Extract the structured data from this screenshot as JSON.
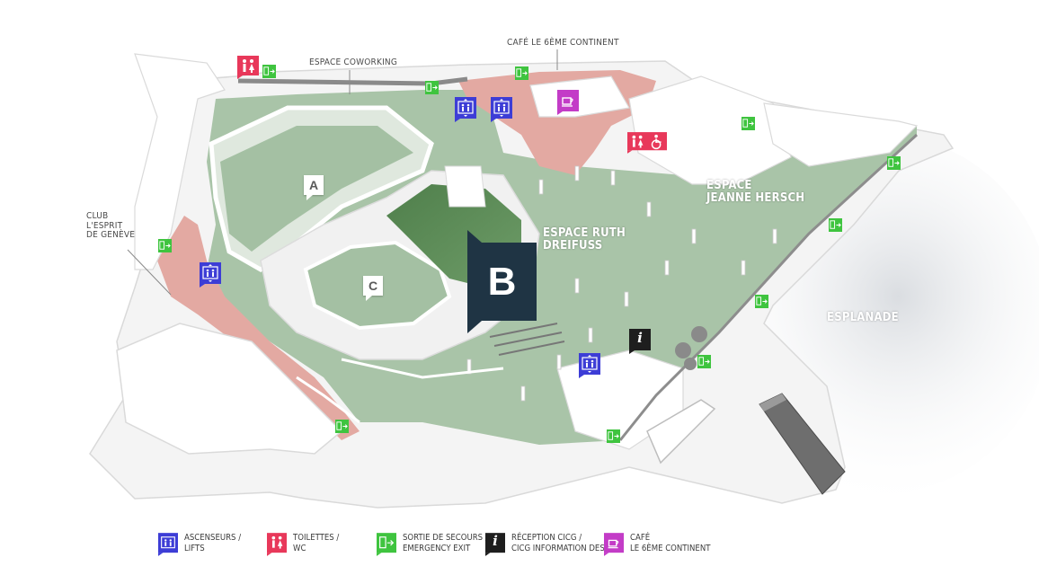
{
  "labels": {
    "coworking": "ESPACE COWORKING",
    "cafe_top": "CAFÉ LE 6ÈME CONTINENT",
    "club_line1": "CLUB",
    "club_line2": "L'ESPRIT",
    "club_line3": "DE GENÈVE",
    "ruth_line1": "ESPACE RUTH",
    "ruth_line2": "DREIFUSS",
    "hersch_line1": "ESPACE",
    "hersch_line2": "JEANNE HERSCH",
    "esplanade": "ESPLANADE"
  },
  "zones": {
    "a": "A",
    "b": "B",
    "c": "C"
  },
  "info_glyph": "i",
  "legend": {
    "lifts_line1": "ASCENSEURS /",
    "lifts_line2": "LIFTS",
    "wc_line1": "TOILETTES /",
    "wc_line2": "WC",
    "exit_line1": "SORTIE DE SECOURS /",
    "exit_line2": "EMERGENCY EXIT",
    "info_line1": "RÉCEPTION CICG /",
    "info_line2": "CICG INFORMATION DESK",
    "cafe_line1": "CAFÉ",
    "cafe_line2": "LE 6ÈME CONTINENT"
  },
  "colors": {
    "lift": "#3d3dd6",
    "wc": "#e8385a",
    "exit": "#3fc43f",
    "info": "#1e1e1e",
    "cafe": "#c33cc7",
    "floor_green": "#a9c4a8",
    "floor_pink": "#e3a9a2",
    "zone_b": "#1f3444"
  }
}
